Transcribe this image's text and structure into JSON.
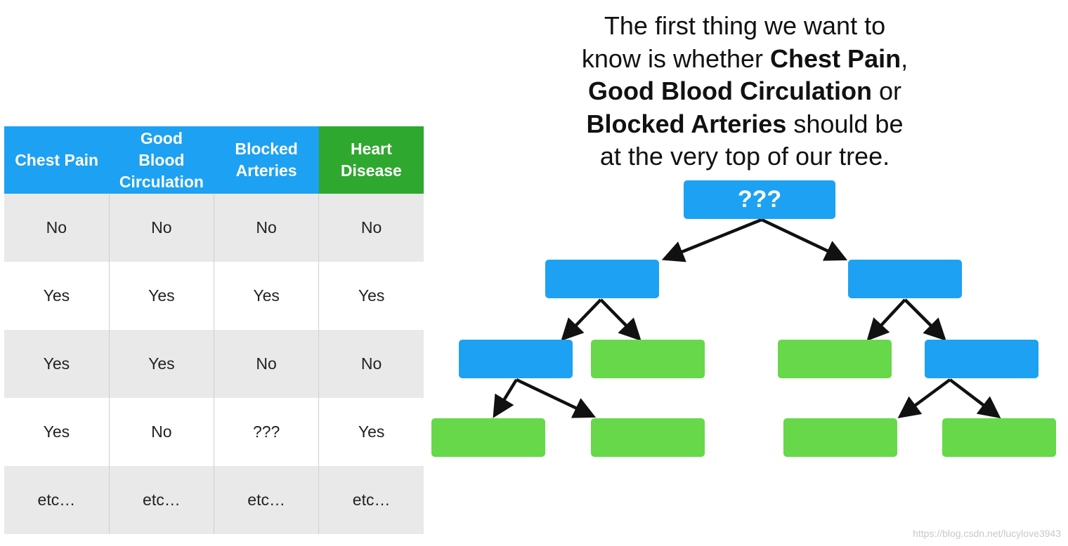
{
  "table": {
    "headers": [
      [
        "Chest Pain"
      ],
      [
        "Good",
        "Blood",
        "Circulation"
      ],
      [
        "Blocked",
        "Arteries"
      ],
      [
        "Heart",
        "Disease"
      ]
    ],
    "rows": [
      [
        "No",
        "No",
        "No",
        "No"
      ],
      [
        "Yes",
        "Yes",
        "Yes",
        "Yes"
      ],
      [
        "Yes",
        "Yes",
        "No",
        "No"
      ],
      [
        "Yes",
        "No",
        "???",
        "Yes"
      ],
      [
        "etc…",
        "etc…",
        "etc…",
        "etc…"
      ]
    ]
  },
  "caption": {
    "line1": "The first thing we want to",
    "line2_pre": "know is whether ",
    "line2_bold": "Chest Pain",
    "line2_post": ",",
    "line3_bold": "Good Blood Circulation",
    "line3_post": " or",
    "line4_bold": "Blocked Arteries",
    "line4_post": " should be",
    "line5": "at the very top of our tree."
  },
  "tree": {
    "root_label": "???"
  },
  "watermark": "https://blog.csdn.net/lucylove3943",
  "colors": {
    "decision_node": "#1da1f2",
    "leaf_node": "#66d84a",
    "target_header": "#2ea82e",
    "row_shade": "#e9e9e9"
  }
}
